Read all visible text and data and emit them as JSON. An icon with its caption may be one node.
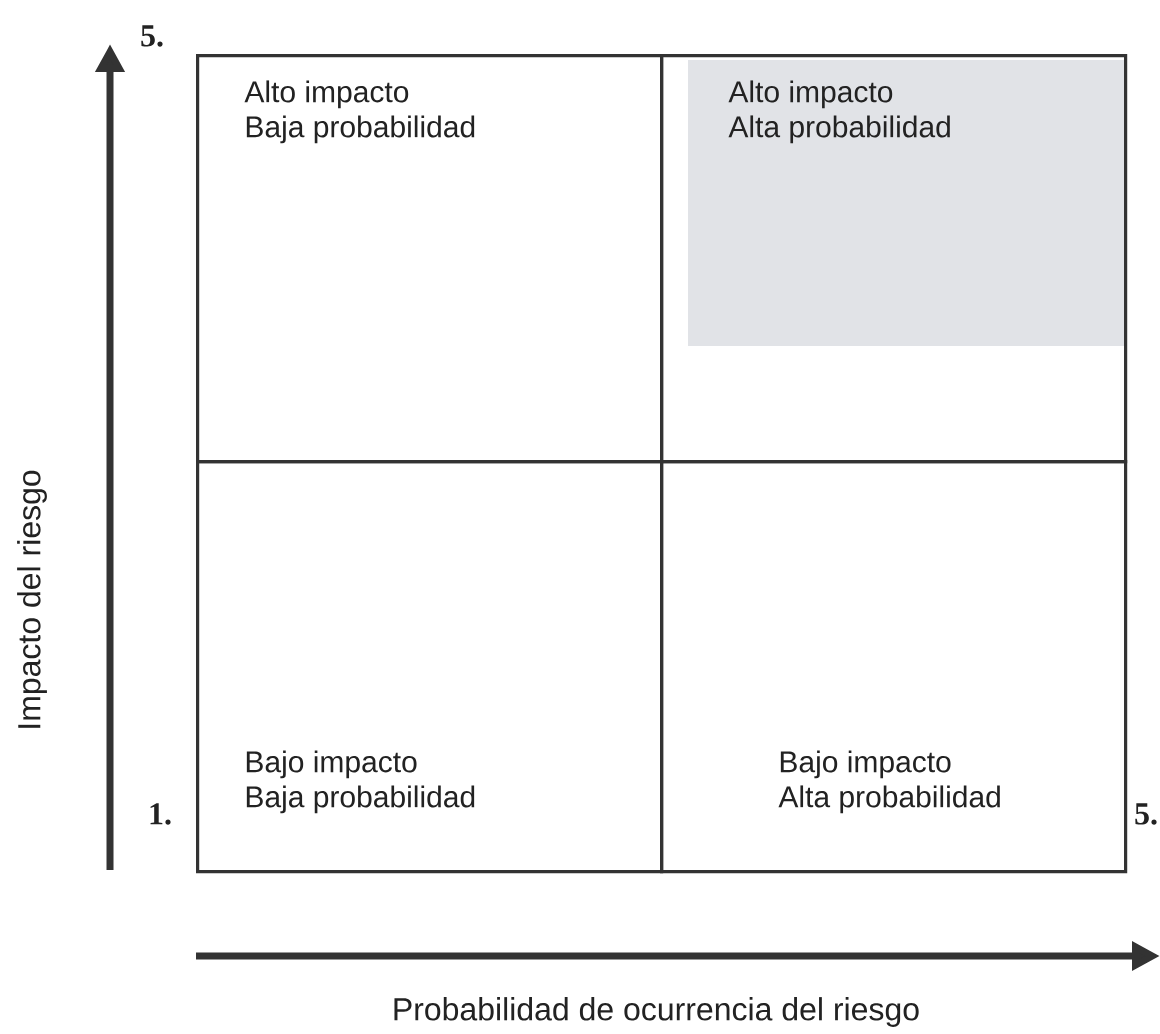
{
  "diagram": {
    "nodes": [
      {
        "text": [
          "Alto impacto",
          "Baja probabilidad"
        ]
      },
      {
        "text": [
          "Alto impacto",
          "Alta probabilidad"
        ]
      },
      {
        "text": [
          "Bajo impacto",
          "Baja probabilidad"
        ]
      },
      {
        "text": [
          "Bajo impacto",
          "Alta probabilidad"
        ]
      }
    ],
    "labels": [
      "5.",
      "Impacto del riesgo",
      "1.",
      "5.",
      "Probabilidad de ocurrencia del riesgo"
    ]
  }
}
